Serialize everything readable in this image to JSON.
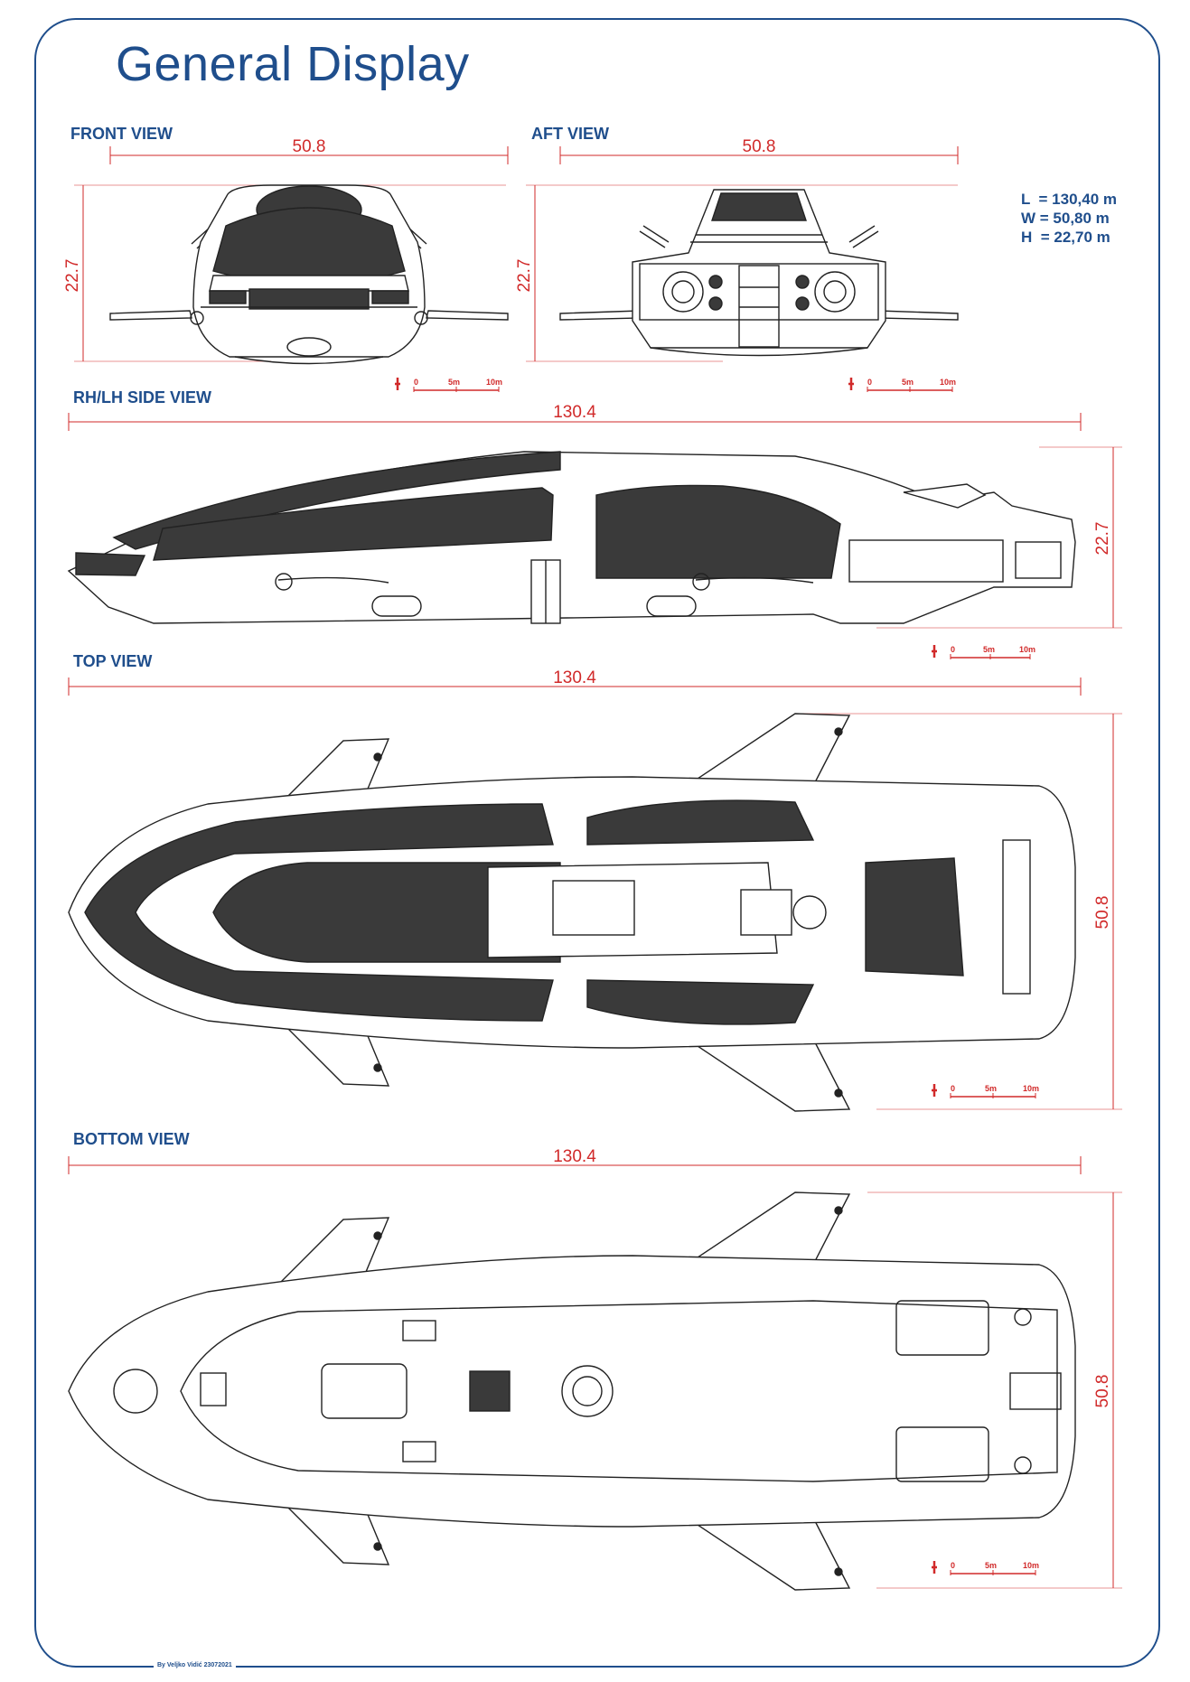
{
  "title": "General Display",
  "sections": {
    "front": "FRONT VIEW",
    "aft": "AFT VIEW",
    "side": "RH/LH SIDE VIEW",
    "top": "TOP VIEW",
    "bottom": "BOTTOM VIEW"
  },
  "dimensions": {
    "front_width": "50.8",
    "front_height": "22.7",
    "aft_width": "50.8",
    "aft_height": "22.7",
    "side_length": "130.4",
    "side_height": "22.7",
    "top_length": "130.4",
    "top_width": "50.8",
    "bottom_length": "130.4",
    "bottom_width": "50.8"
  },
  "specs": {
    "length": "L  = 130,40 m",
    "width": "W = 50,80 m",
    "height": "H  = 22,70 m"
  },
  "scale_bar": {
    "zero": "0",
    "mid": "5m",
    "end": "10m"
  },
  "credit": "By Veljko Vidić 23072021",
  "colors": {
    "accent": "#1f4e8c",
    "dimension": "#d12a2a",
    "hull_dark": "#3a3a3a"
  }
}
